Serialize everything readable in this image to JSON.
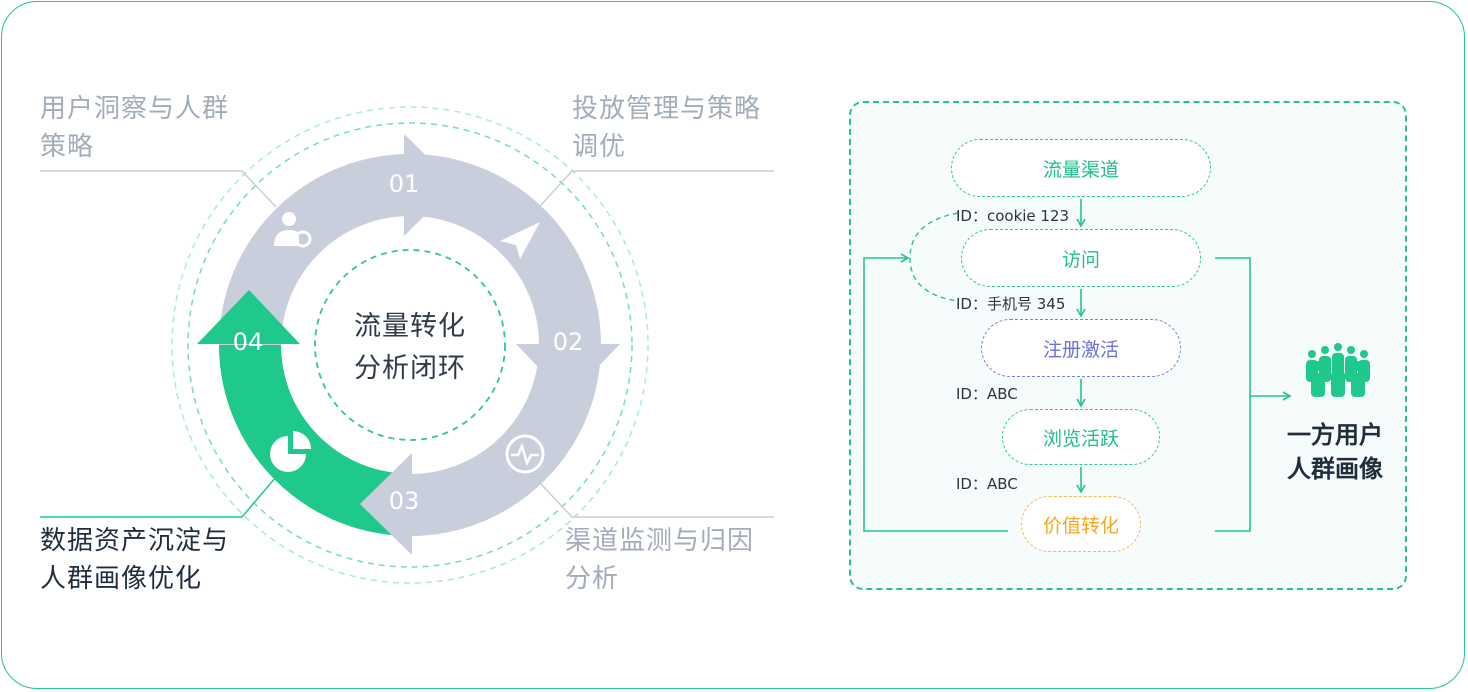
{
  "colors": {
    "accent": "#1fc88b",
    "gray_ring": "#c8cedb",
    "label_gray": "#a3acb9",
    "border": "#25c58d",
    "purple": "#6e70db",
    "orange": "#f5a623"
  },
  "cycle": {
    "center_title_line1": "流量转化",
    "center_title_line2": "分析闭环",
    "steps": [
      {
        "num": "01",
        "icon": "user-chart-icon"
      },
      {
        "num": "02",
        "icon": "paper-plane-icon"
      },
      {
        "num": "03",
        "icon": "monitor-pulse-icon"
      },
      {
        "num": "04",
        "icon": "pie-chart-icon"
      }
    ],
    "labels": {
      "top_left_line1": "用户洞察与人群",
      "top_left_line2": "策略",
      "top_right_line1": "投放管理与策略",
      "top_right_line2": "调优",
      "bottom_right_line1": "渠道监测与归因",
      "bottom_right_line2": "分析",
      "bottom_left_line1": "数据资产沉淀与",
      "bottom_left_line2": "人群画像优化"
    }
  },
  "flow": {
    "stages": [
      {
        "label": "流量渠道",
        "style": "green"
      },
      {
        "label": "访问",
        "style": "green"
      },
      {
        "label": "注册激活",
        "style": "purple"
      },
      {
        "label": "浏览活跃",
        "style": "green"
      },
      {
        "label": "价值转化",
        "style": "orange"
      }
    ],
    "ids": [
      "ID：cookie 123",
      "ID：手机号 345",
      "ID：ABC",
      "ID：ABC"
    ],
    "result_line1": "一方用户",
    "result_line2": "人群画像",
    "result_icon": "crowd-icon"
  }
}
